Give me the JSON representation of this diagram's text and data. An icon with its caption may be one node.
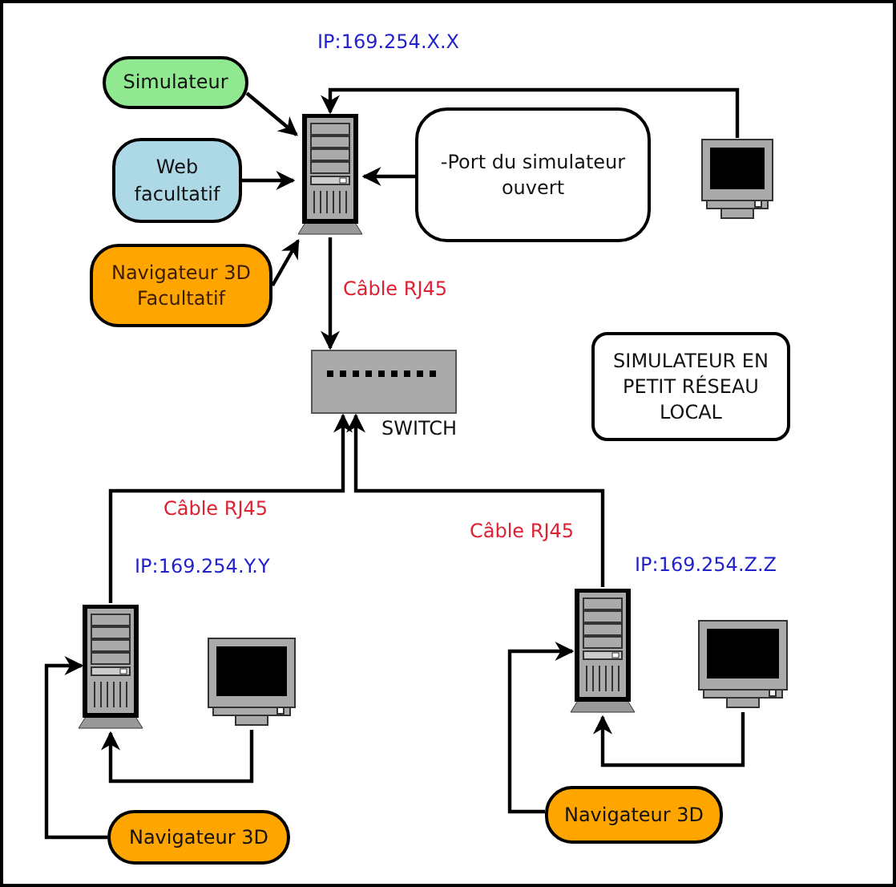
{
  "diagram": {
    "nodes": [
      {
        "text": [
          "Simulateur"
        ]
      },
      {
        "text": [
          "Web facultatif"
        ]
      },
      {
        "text": [
          "Navigateur 3D Facultatif"
        ]
      },
      {
        "text": [],
        "shape": "server",
        "beside": [
          "IP:169.254.X.X"
        ]
      },
      {
        "text": [
          "-Port du simulateur ouvert"
        ]
      },
      {
        "text": [],
        "shape": "monitor"
      },
      {
        "text": [],
        "shape": "box",
        "beside": [
          "SWITCH"
        ]
      },
      {
        "text": [
          "SIMULATEUR EN PETIT RÉSEAU LOCAL"
        ]
      },
      {
        "text": [],
        "shape": "server",
        "beside": [
          "IP:169.254.Y.Y"
        ]
      },
      {
        "text": [],
        "shape": "monitor"
      },
      {
        "text": [
          "Navigateur 3D"
        ]
      },
      {
        "text": [],
        "shape": "server",
        "beside": [
          "IP:169.254.Z.Z"
        ]
      },
      {
        "text": [],
        "shape": "monitor"
      },
      {
        "text": [
          "Navigateur 3D"
        ]
      }
    ],
    "edges": [
      {
        "from": 0,
        "to": 3,
        "arrow": "to"
      },
      {
        "from": 1,
        "to": 3,
        "arrow": "to"
      },
      {
        "from": 2,
        "to": 3,
        "arrow": "to"
      },
      {
        "from": 4,
        "to": 3,
        "arrow": "to"
      },
      {
        "from": 5,
        "to": 3,
        "arrow": "to"
      },
      {
        "from": 3,
        "to": 6,
        "arrow": "to",
        "label": "Câble RJ45"
      },
      {
        "from": 8,
        "to": 6,
        "arrow": "to",
        "label": "Câble RJ45"
      },
      {
        "from": 11,
        "to": 6,
        "arrow": "to",
        "label": "Câble RJ45"
      },
      {
        "from": 9,
        "to": 8,
        "arrow": "to"
      },
      {
        "from": 10,
        "to": 8,
        "arrow": "to"
      },
      {
        "from": 12,
        "to": 11,
        "arrow": "to"
      },
      {
        "from": 13,
        "to": 11,
        "arrow": "to"
      }
    ]
  }
}
